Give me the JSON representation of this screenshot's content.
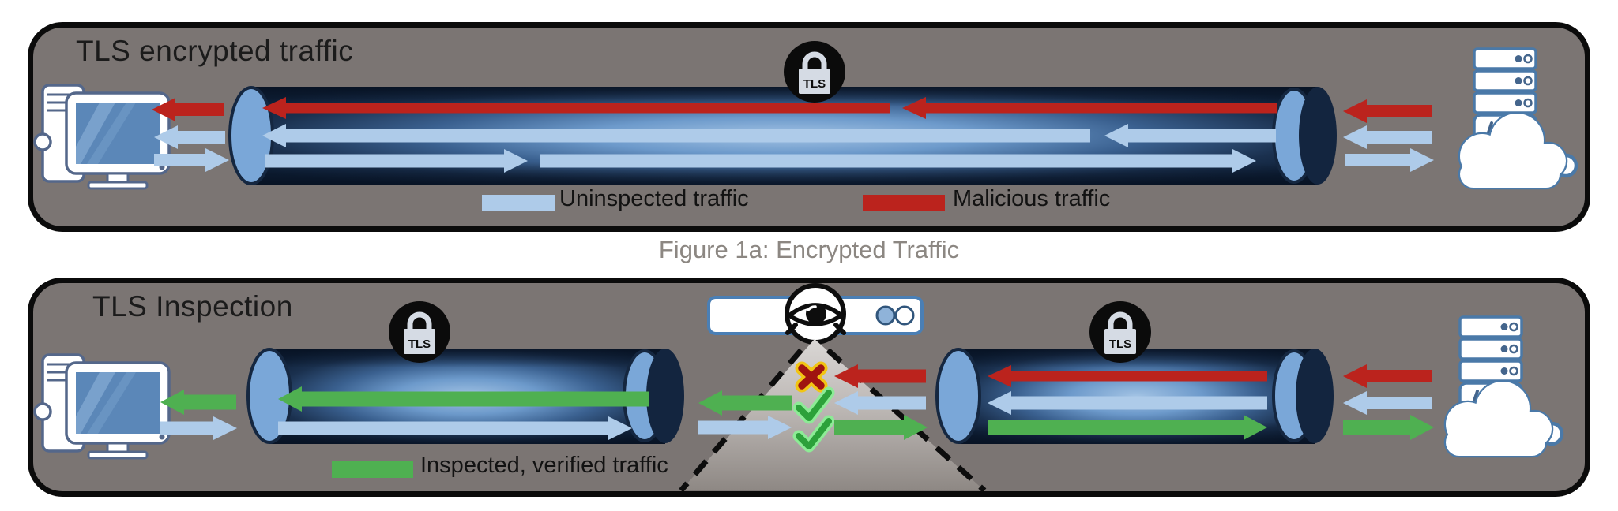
{
  "figure_caption": "Figure 1a: Encrypted Traffic",
  "tls_label": "TLS",
  "panel1": {
    "title": "TLS encrypted traffic",
    "legend": [
      {
        "label": "Uninspected traffic",
        "color": "#aecbe9"
      },
      {
        "label": "Malicious traffic",
        "color": "#bb231d"
      }
    ]
  },
  "panel2": {
    "title": "TLS Inspection",
    "legend": [
      {
        "label": "Inspected, verified traffic",
        "color": "#4fb051"
      }
    ]
  },
  "colors": {
    "panel_background": "#7b7573",
    "panel_border": "#0b0b0b",
    "malicious": "#bb231d",
    "uninspected": "#aecbe9",
    "inspected": "#4fb051",
    "tunnel_dark": "#0e1f36",
    "tunnel_light": "#9fc0e2",
    "lock_circle": "#0b0b0b",
    "lock_body": "#d5dbe4",
    "caption_text": "#8c8782"
  }
}
